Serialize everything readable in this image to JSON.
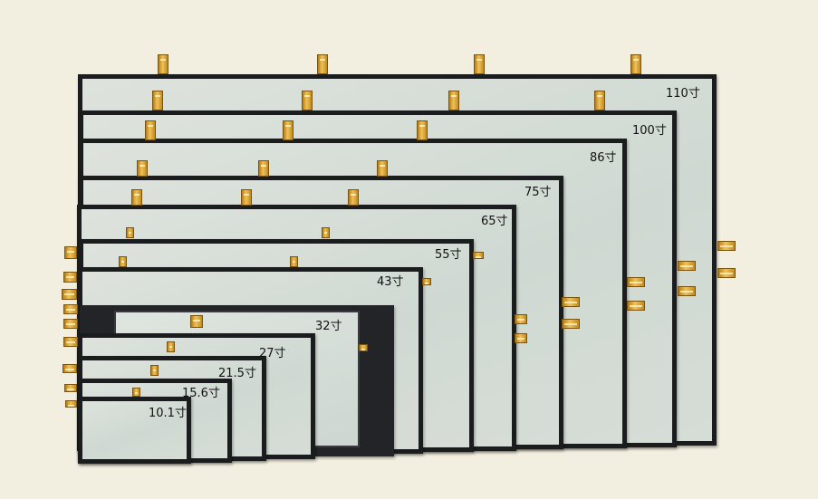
{
  "panels": [
    {
      "label": "110寸"
    },
    {
      "label": "100寸"
    },
    {
      "label": "86寸"
    },
    {
      "label": "75寸"
    },
    {
      "label": "65寸"
    },
    {
      "label": "55寸"
    },
    {
      "label": "43寸"
    },
    {
      "label": "32寸"
    },
    {
      "label": "27寸"
    },
    {
      "label": "21.5寸"
    },
    {
      "label": "15.6寸"
    },
    {
      "label": "10.1寸"
    }
  ],
  "colors": {
    "background": "#f2efe0",
    "frame": "#1b1c1e",
    "glass": "#d4dcd6",
    "connector": "#e0a93a"
  }
}
